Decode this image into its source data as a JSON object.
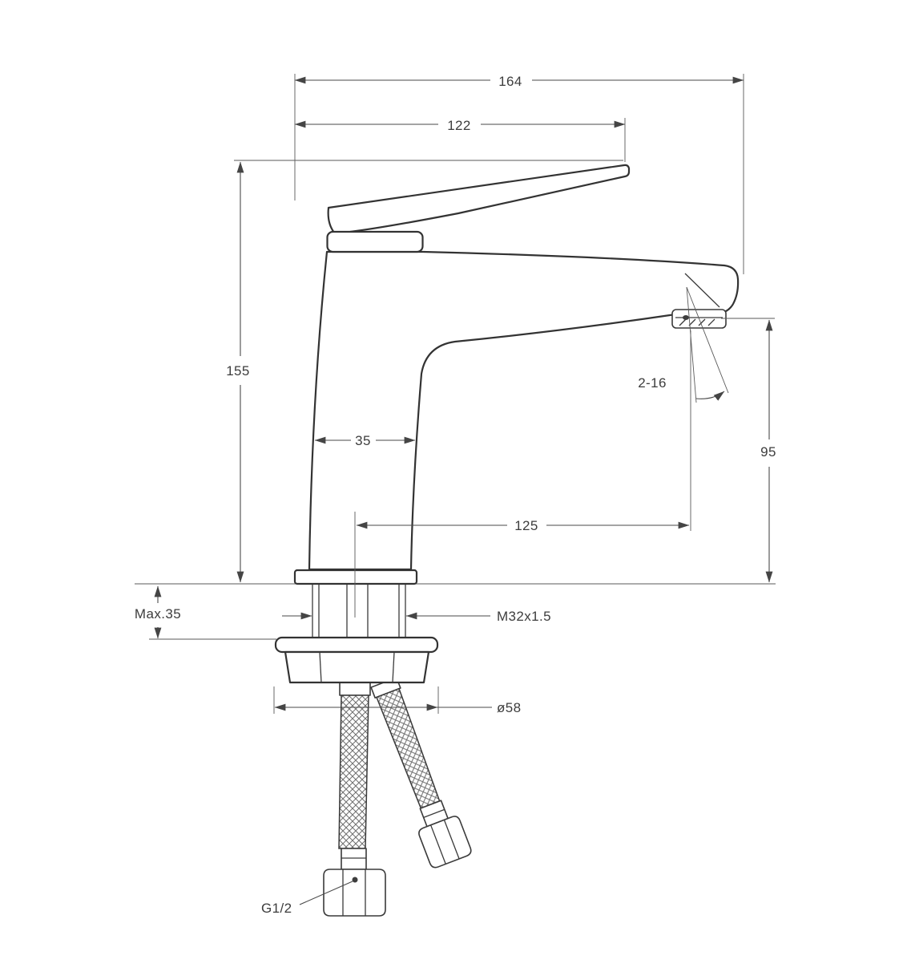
{
  "dimensions": {
    "total_projection": "164",
    "handle_projection": "122",
    "overall_height": "155",
    "body_width": "35",
    "stream_angle": "2-16",
    "spout_height": "95",
    "spout_reach": "125",
    "max_deck_thickness": "Max.35",
    "shank_thread": "M32x1.5",
    "base_diameter": "ø58",
    "hose_connection": "G1/2"
  }
}
